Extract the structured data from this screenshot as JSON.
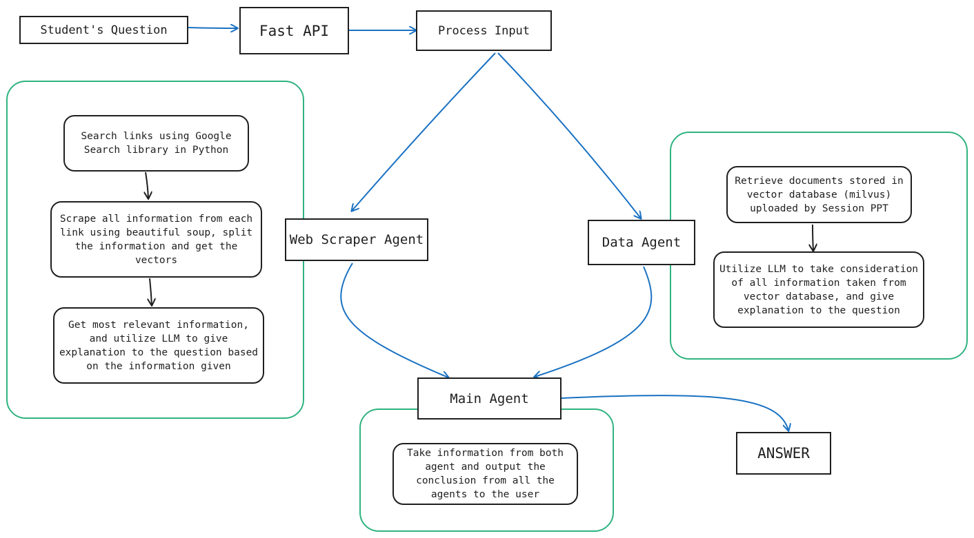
{
  "nodes": {
    "student_question": "Student's Question",
    "fast_api": "Fast API",
    "process_input": "Process Input",
    "web_scraper_agent": "Web Scraper Agent",
    "data_agent": "Data Agent",
    "main_agent": "Main Agent",
    "answer": "ANSWER"
  },
  "web_scraper_steps": {
    "search_links": "Search links using Google\nSearch library in Python",
    "scrape_info": "Scrape all information from each\nlink using beautiful soup, split\nthe information and get the\nvectors",
    "relevant_info": "Get most relevant information,\nand utilize LLM to give\nexplanation to the question based\non the information given"
  },
  "data_agent_steps": {
    "retrieve_docs": "Retrieve documents stored in\nvector database (milvus)\nuploaded by Session PPT",
    "utilize_llm": "Utilize LLM to take consideration\nof all information taken from\nvector  database, and give\nexplanation to the question"
  },
  "main_agent_steps": {
    "take_info": "Take information from both\nagent and output the\nconclusion from all the\nagents to the user"
  },
  "colors": {
    "flow_arrow": "#1971c2",
    "step_arrow": "#1e1e1e",
    "group_border": "#2fb380"
  }
}
